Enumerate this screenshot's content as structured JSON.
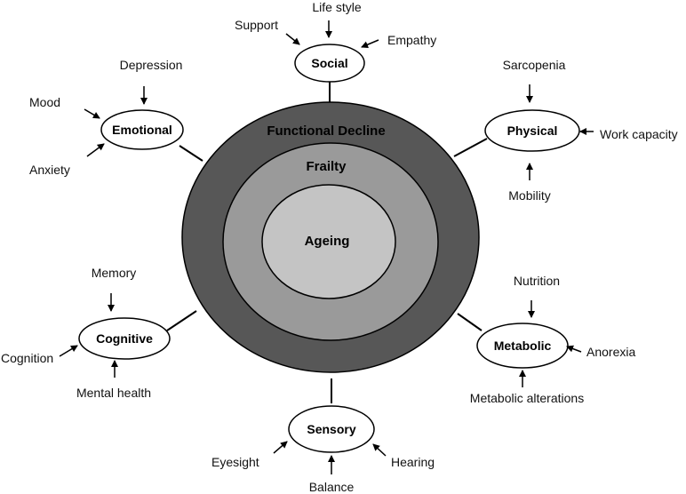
{
  "core": {
    "outer_label": "Functional Decline",
    "middle_label": "Frailty",
    "inner_label": "Ageing",
    "colors": {
      "outer": "#575757",
      "middle": "#9a9a9a",
      "inner": "#c4c4c4"
    }
  },
  "nodes": {
    "social": "Social",
    "emotional": "Emotional",
    "physical": "Physical",
    "cognitive": "Cognitive",
    "metabolic": "Metabolic",
    "sensory": "Sensory"
  },
  "factors": {
    "social": {
      "top": "Life style",
      "left": "Support",
      "right": "Empathy"
    },
    "emotional": {
      "top": "Depression",
      "left": "Mood",
      "bottom": "Anxiety"
    },
    "physical": {
      "top": "Sarcopenia",
      "right": "Work capacity",
      "bottom": "Mobility"
    },
    "cognitive": {
      "top": "Memory",
      "left": "Cognition",
      "bottom": "Mental health"
    },
    "metabolic": {
      "top": "Nutrition",
      "right": "Anorexia",
      "bottom": "Metabolic alterations"
    },
    "sensory": {
      "left": "Eyesight",
      "right": "Hearing",
      "bottom": "Balance"
    }
  }
}
